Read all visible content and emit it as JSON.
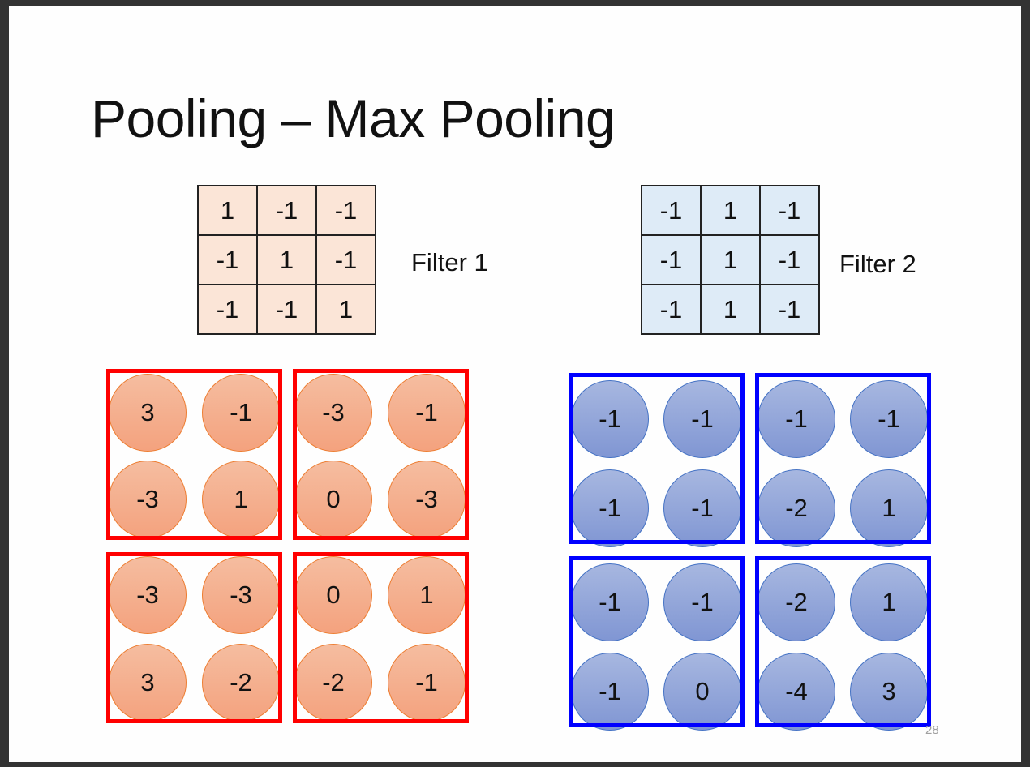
{
  "title": "Pooling – Max Pooling",
  "filter1": {
    "label": "Filter 1",
    "matrix": [
      [
        "1",
        "-1",
        "-1"
      ],
      [
        "-1",
        "1",
        "-1"
      ],
      [
        "-1",
        "-1",
        "1"
      ]
    ]
  },
  "filter2": {
    "label": "Filter 2",
    "matrix": [
      [
        "-1",
        "1",
        "-1"
      ],
      [
        "-1",
        "1",
        "-1"
      ],
      [
        "-1",
        "1",
        "-1"
      ]
    ]
  },
  "feature_map1": [
    [
      "3",
      "-1",
      "-3",
      "-1"
    ],
    [
      "-3",
      "1",
      "0",
      "-3"
    ],
    [
      "-3",
      "-3",
      "0",
      "1"
    ],
    [
      "3",
      "-2",
      "-2",
      "-1"
    ]
  ],
  "feature_map2": [
    [
      "-1",
      "-1",
      "-1",
      "-1"
    ],
    [
      "-1",
      "-1",
      "-2",
      "1"
    ],
    [
      "-1",
      "-1",
      "-2",
      "1"
    ],
    [
      "-1",
      "0",
      "-4",
      "3"
    ]
  ],
  "colors": {
    "pool_box_1": "#ff0000",
    "pool_box_2": "#0000ff",
    "circle_1": "#f4a27e",
    "circle_2": "#8096d3"
  },
  "page_number": "28"
}
